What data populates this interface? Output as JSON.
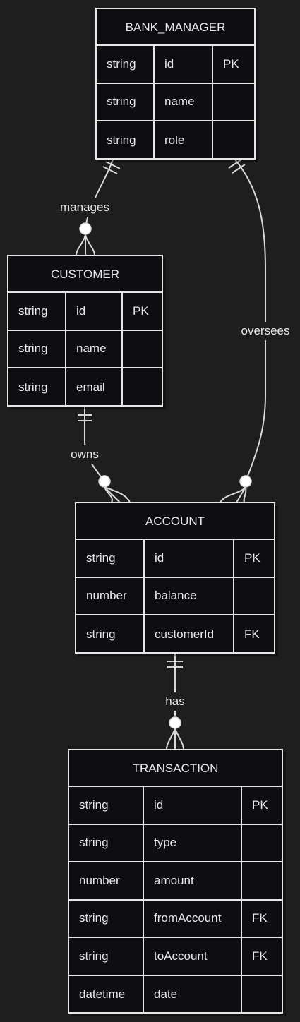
{
  "entities": {
    "bank_manager": {
      "name": "BANK_MANAGER",
      "attributes": [
        {
          "type": "string",
          "name": "id",
          "key": "PK"
        },
        {
          "type": "string",
          "name": "name",
          "key": ""
        },
        {
          "type": "string",
          "name": "role",
          "key": ""
        }
      ]
    },
    "customer": {
      "name": "CUSTOMER",
      "attributes": [
        {
          "type": "string",
          "name": "id",
          "key": "PK"
        },
        {
          "type": "string",
          "name": "name",
          "key": ""
        },
        {
          "type": "string",
          "name": "email",
          "key": ""
        }
      ]
    },
    "account": {
      "name": "ACCOUNT",
      "attributes": [
        {
          "type": "string",
          "name": "id",
          "key": "PK"
        },
        {
          "type": "number",
          "name": "balance",
          "key": ""
        },
        {
          "type": "string",
          "name": "customerId",
          "key": "FK"
        }
      ]
    },
    "transaction": {
      "name": "TRANSACTION",
      "attributes": [
        {
          "type": "string",
          "name": "id",
          "key": "PK"
        },
        {
          "type": "string",
          "name": "type",
          "key": ""
        },
        {
          "type": "number",
          "name": "amount",
          "key": ""
        },
        {
          "type": "string",
          "name": "fromAccount",
          "key": "FK"
        },
        {
          "type": "string",
          "name": "toAccount",
          "key": "FK"
        },
        {
          "type": "datetime",
          "name": "date",
          "key": ""
        }
      ]
    }
  },
  "relationships": {
    "manages": {
      "label": "manages",
      "from": "BANK_MANAGER",
      "to": "CUSTOMER",
      "from_cardinality": "exactly-one",
      "to_cardinality": "zero-or-more"
    },
    "oversees": {
      "label": "oversees",
      "from": "BANK_MANAGER",
      "to": "ACCOUNT",
      "from_cardinality": "exactly-one",
      "to_cardinality": "zero-or-more"
    },
    "owns": {
      "label": "owns",
      "from": "CUSTOMER",
      "to": "ACCOUNT",
      "from_cardinality": "exactly-one",
      "to_cardinality": "zero-or-more"
    },
    "has": {
      "label": "has",
      "from": "ACCOUNT",
      "to": "TRANSACTION",
      "from_cardinality": "exactly-one",
      "to_cardinality": "zero-or-more"
    }
  },
  "colors": {
    "background": "#1e1e1e",
    "entity_fill": "#0d0d12",
    "line": "#e6e6e6",
    "text": "#e8e8e8"
  }
}
